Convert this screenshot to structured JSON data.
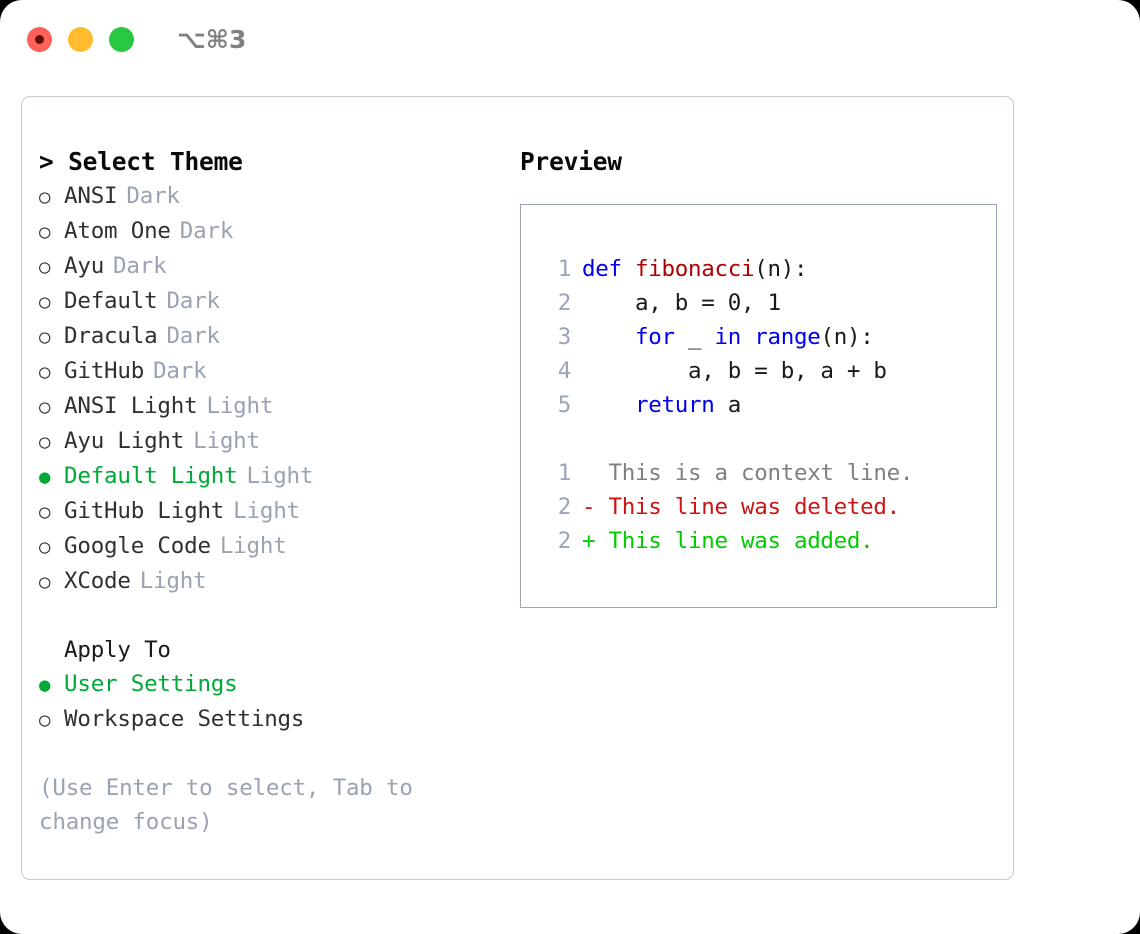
{
  "titlebar": {
    "close_label": "close",
    "minimize_label": "minimize",
    "maximize_label": "maximize",
    "shortcut": "⌥⌘3"
  },
  "colors": {
    "selected_green": "#00a838",
    "muted_gray": "#9aa3b2",
    "keyword_blue": "#0000ee",
    "function_red": "#b00000",
    "diff_add_green": "#00cc00",
    "diff_del_red": "#cc1414",
    "card_border": "#c5cad3",
    "preview_border": "#9aa5b8",
    "traffic_red": "#ff6058",
    "traffic_amber": "#ffbd2e",
    "traffic_green": "#28c840"
  },
  "theme_section": {
    "header": "> Select Theme",
    "marker_selected": "●",
    "marker_unselected": "○",
    "items": [
      {
        "name": "ANSI",
        "category": "Dark",
        "selected": false
      },
      {
        "name": "Atom One",
        "category": "Dark",
        "selected": false
      },
      {
        "name": "Ayu",
        "category": "Dark",
        "selected": false
      },
      {
        "name": "Default",
        "category": "Dark",
        "selected": false
      },
      {
        "name": "Dracula",
        "category": "Dark",
        "selected": false
      },
      {
        "name": "GitHub",
        "category": "Dark",
        "selected": false
      },
      {
        "name": "ANSI Light",
        "category": "Light",
        "selected": false
      },
      {
        "name": "Ayu Light",
        "category": "Light",
        "selected": false
      },
      {
        "name": "Default Light",
        "category": "Light",
        "selected": true
      },
      {
        "name": "GitHub Light",
        "category": "Light",
        "selected": false
      },
      {
        "name": "Google Code",
        "category": "Light",
        "selected": false
      },
      {
        "name": "XCode",
        "category": "Light",
        "selected": false
      }
    ]
  },
  "apply_section": {
    "header": "Apply To",
    "items": [
      {
        "name": "User Settings",
        "selected": true
      },
      {
        "name": "Workspace Settings",
        "selected": false
      }
    ]
  },
  "hint": "(Use Enter to select, Tab to change focus)",
  "preview": {
    "title": "Preview",
    "code_lines": [
      {
        "no": "1",
        "tokens": [
          {
            "t": "def ",
            "k": "kw"
          },
          {
            "t": "fibonacci",
            "k": "fn"
          },
          {
            "t": "(n):",
            "k": "plain"
          }
        ]
      },
      {
        "no": "2",
        "tokens": [
          {
            "t": "    a, b = 0, 1",
            "k": "plain"
          }
        ]
      },
      {
        "no": "3",
        "tokens": [
          {
            "t": "    ",
            "k": "plain"
          },
          {
            "t": "for",
            "k": "kw"
          },
          {
            "t": " _ ",
            "k": "plain"
          },
          {
            "t": "in",
            "k": "kw"
          },
          {
            "t": " ",
            "k": "plain"
          },
          {
            "t": "range",
            "k": "kw"
          },
          {
            "t": "(n):",
            "k": "plain"
          }
        ]
      },
      {
        "no": "4",
        "tokens": [
          {
            "t": "        a, b = b, a + b",
            "k": "plain"
          }
        ]
      },
      {
        "no": "5",
        "tokens": [
          {
            "t": "    ",
            "k": "plain"
          },
          {
            "t": "return",
            "k": "kw"
          },
          {
            "t": " a",
            "k": "plain"
          }
        ]
      }
    ],
    "diff_lines": [
      {
        "no": "1",
        "marker": " ",
        "text": " This is a context line.",
        "kind": "ctx"
      },
      {
        "no": "2",
        "marker": "-",
        "text": " This line was deleted.",
        "kind": "del"
      },
      {
        "no": "2",
        "marker": "+",
        "text": " This line was added.",
        "kind": "add"
      }
    ]
  }
}
